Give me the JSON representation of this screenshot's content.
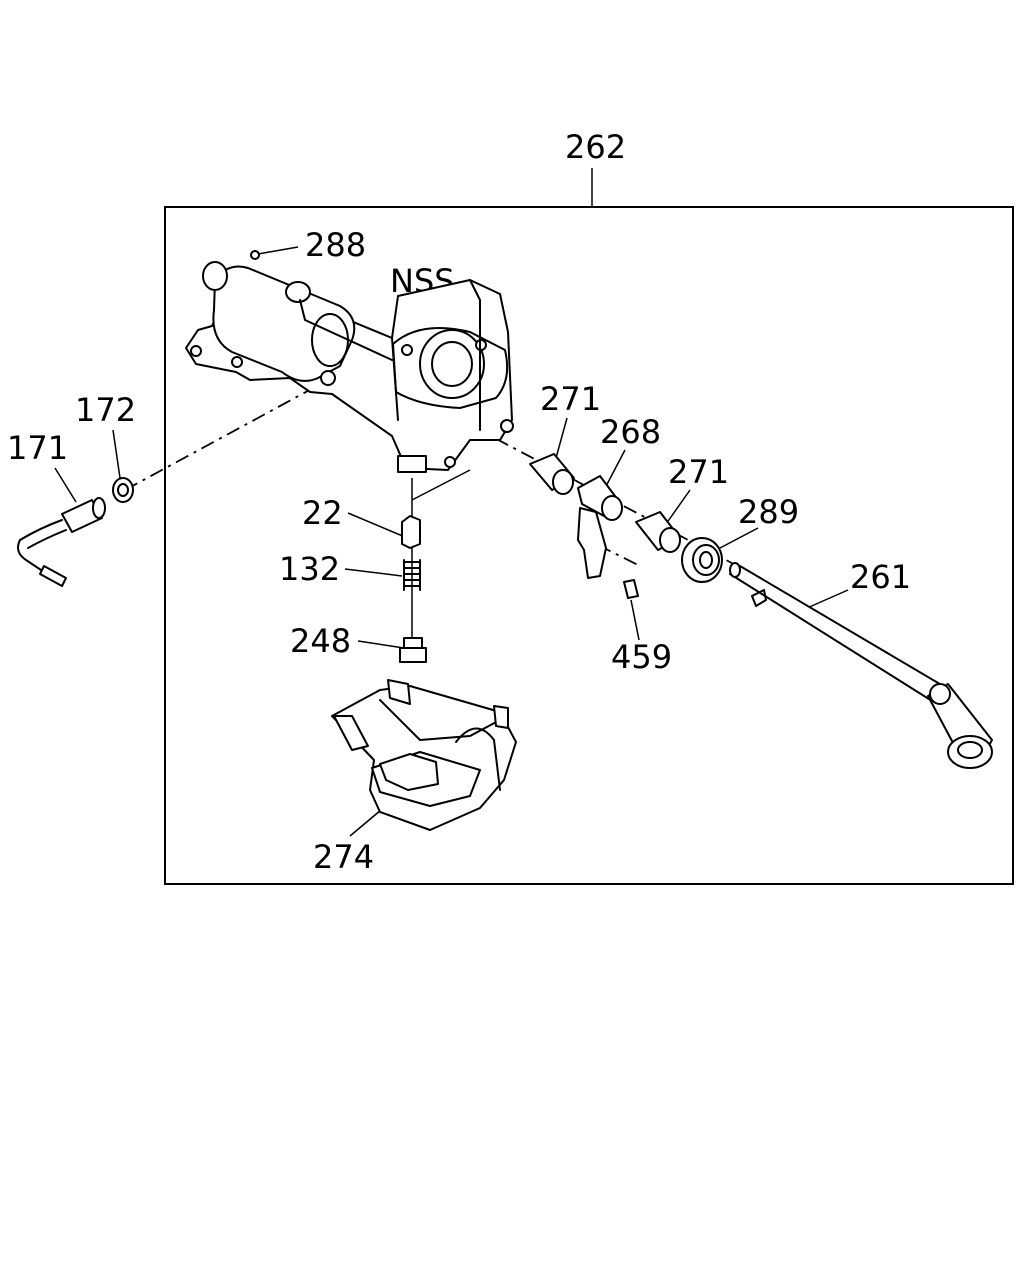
{
  "labels": {
    "l262": "262",
    "l288": "288",
    "lnss": "NSS",
    "l172": "172",
    "l171": "171",
    "l271a": "271",
    "l268": "268",
    "l271b": "271",
    "l289": "289",
    "l261": "261",
    "l22": "22",
    "l132": "132",
    "l248": "248",
    "l459": "459",
    "l274": "274"
  }
}
